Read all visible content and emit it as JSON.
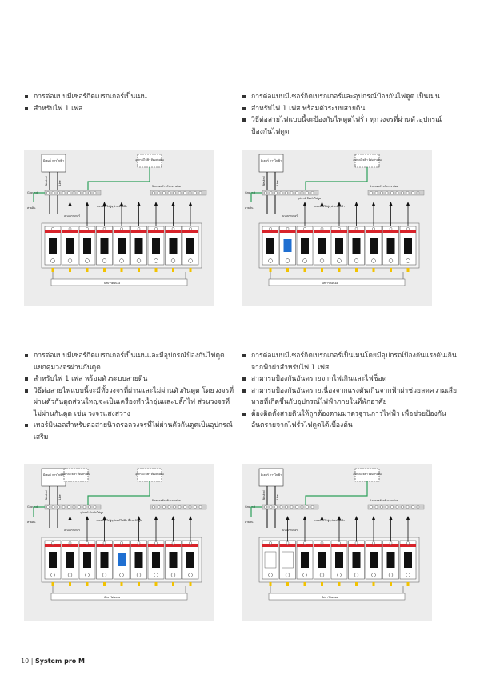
{
  "sections": [
    {
      "bullets": [
        "การต่อแบบมีเซอร์กิตเบรกเกอร์เป็นเมน",
        "สำหรับไฟ 1 เฟส"
      ]
    },
    {
      "bullets": [
        "การต่อแบบมีเซอร์กิตเบรกเกอร์และอุปกรณ์ป้องกันไฟดูด เป็นเมน",
        "สำหรับไฟ 1 เฟส พร้อมตัวระบบสายดิน",
        "วิธีต่อสายไฟแบบนี้จะป้องกันไฟดูดไฟรั่ว ทุกวงจรที่ผ่านตัวอุปกรณ์ป้องกันไฟดูด"
      ]
    },
    {
      "bullets": [
        "การต่อแบบมีเซอร์กิตเบรกเกอร์เป็นเมนและมีอุปกรณ์ป้องกันไฟดูดแยกคุมวงจรผ่านกันดูด",
        "สำหรับไฟ 1 เฟส พร้อมตัวระบบสายดิน",
        "วิธีต่อสายไฟแบบนี้จะมีทั้งวงจรที่ผ่านและไม่ผ่านตัวกันดูด โดยวงจรที่ผ่านตัวกันดูดส่วนใหญ่จะเป็นเครื่องทำน้ำอุ่นและปลั๊กไฟ ส่วนวงจรที่ไม่ผ่านกันดูด เช่น วงจรแสงสว่าง",
        "เทอร์มินอลสำหรับต่อสายนิวตรอลวงจรที่ไม่ผ่านตัวกันดูดเป็นอุปกรณ์เสริม"
      ]
    },
    {
      "bullets": [
        "การต่อแบบมีเซอร์กิตเบรกเกอร์เป็นเมนโดยมีอุปกรณ์ป้องกันแรงดันเกินจากฟ้าผ่าสำหรับไฟ 1 เฟส",
        "สามารถป้องกันอันตรายจากไฟเกินและไฟช็อต",
        "สามารถป้องกันอันตรายเนื่องจากแรงดันเกินจากฟ้าผ่าช่วยลดความเสียหายที่เกิดขึ้นกับอุปกรณ์ไฟฟ้าภายในที่พักอาศัย",
        "ต้องติดตั้งสายดินให้ถูกต้องตามมาตรฐานการไฟฟ้า เพื่อช่วยป้องกันอันตรายจากไฟรั่วไฟดูดได้เบื้องต้น"
      ]
    }
  ],
  "diagram_labels": {
    "meter": "มิเตอร์ การไฟฟ้า",
    "neutral": "Neutral",
    "line": "Line",
    "ground": "Ground",
    "ground_wire": "สายดิน",
    "rcd_device": "อุปกรณ์ไฟฟ้า ที่ต่อสายดิน",
    "rcd_device_circuit": "อุปกรณ์ไฟฟ้า ที่ต่อสายดิน",
    "circuit_to_devices": "วงจรย่อยไปสู่อุปกรณ์ไฟฟ้า",
    "circuit_through_rcd": "วงจรย่อยไปสู่อุปกรณ์ไฟฟ้า ที่ผ่านกันดูด",
    "neutral_terminal": "นิวตรอลสำหรับวงจรย่อย",
    "main_breaker": "เมนเบรกเกอร์",
    "rcd": "อุปกรณ์ ป้องกันไฟดูด",
    "busbar": "บัสบาร์ต่อนอง"
  },
  "footer": {
    "page": "10",
    "separator": "|",
    "product": "System pro M"
  },
  "colors": {
    "breaker_red": "#d8232a",
    "rcd_blue": "#1f6fd1",
    "wire_green": "#2ca05a",
    "wire_black": "#111111",
    "spd_white": "#ffffff",
    "terminal_yellow": "#f2c200"
  },
  "icons": [
    "bullet-square-icon"
  ]
}
